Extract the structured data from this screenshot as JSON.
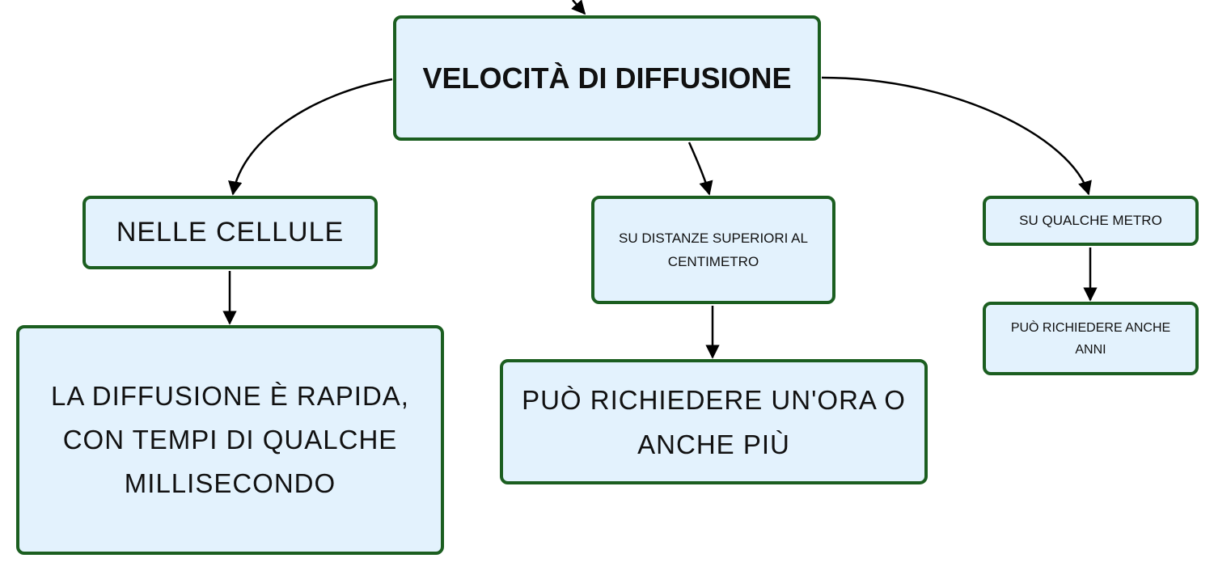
{
  "nodes": {
    "root": "VELOCITÀ DI DIFFUSIONE",
    "cells": "NELLE CELLULE",
    "cells_detail": "LA DIFFUSIONE È RAPIDA, CON TEMPI DI QUALCHE MILLISECONDO",
    "centimeter": "SU DISTANZE SUPERIORI AL CENTIMETRO",
    "centimeter_detail": "PUÒ RICHIEDERE UN'ORA O ANCHE PIÙ",
    "meter": "SU QUALCHE METRO",
    "meter_detail": "PUÒ RICHIEDERE ANCHE ANNI"
  },
  "colors": {
    "node_fill": "#e3f2fd",
    "node_border": "#1b5e20",
    "edge": "#000000"
  },
  "edges": [
    {
      "from": "external",
      "to": "root"
    },
    {
      "from": "root",
      "to": "cells"
    },
    {
      "from": "root",
      "to": "centimeter"
    },
    {
      "from": "root",
      "to": "meter"
    },
    {
      "from": "cells",
      "to": "cells_detail"
    },
    {
      "from": "centimeter",
      "to": "centimeter_detail"
    },
    {
      "from": "meter",
      "to": "meter_detail"
    }
  ]
}
